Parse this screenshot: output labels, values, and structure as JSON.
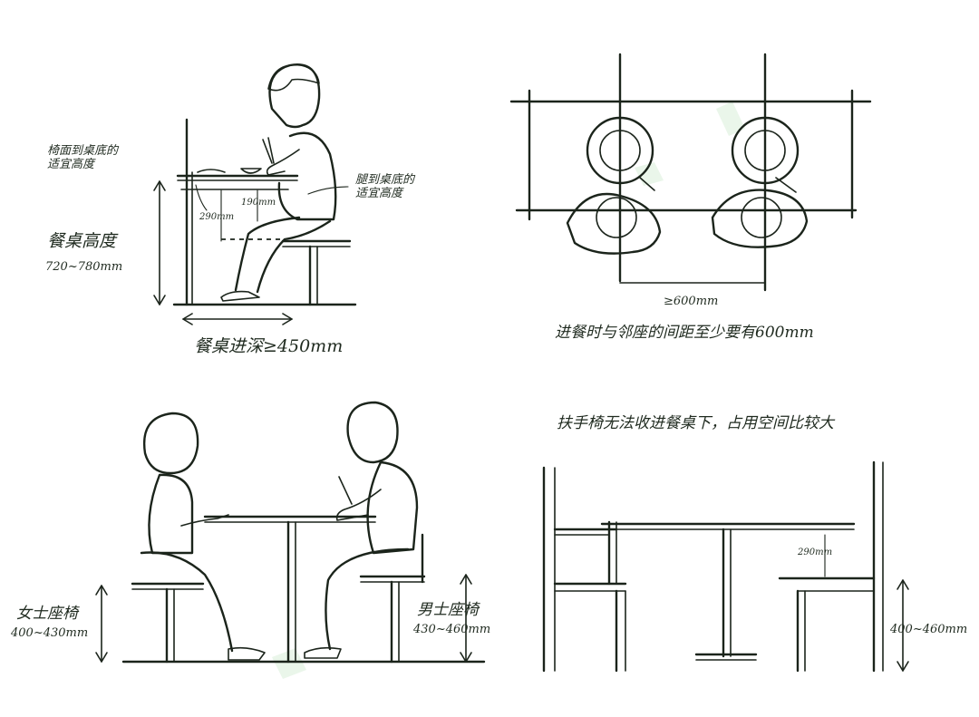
{
  "panel_seat_depth": {
    "label_chair_to_table": "椅面到桌底的\n适宜高度",
    "label_leg_to_table": "腿到桌底的\n适宜高度",
    "label_table_height": "餐桌高度",
    "value_table_height": "720~780mm",
    "dim_a": "190mm",
    "dim_b": "290mm",
    "label_depth": "餐桌进深≥450mm"
  },
  "panel_spacing": {
    "dim_width": "≥600mm",
    "caption": "进餐时与邻座的间距至少要有600mm"
  },
  "panel_chairs": {
    "label_female": "女士座椅",
    "value_female": "400~430mm",
    "label_male": "男士座椅",
    "value_male": "430~460mm"
  },
  "panel_armchair": {
    "caption": "扶手椅无法收进餐桌下，占用空间比较大",
    "dim_gap": "290mm",
    "value_seat": "400~460mm"
  },
  "colors": {
    "ink": "#1b241b",
    "watermark": "#eaf6ea",
    "paper": "#ffffff"
  }
}
